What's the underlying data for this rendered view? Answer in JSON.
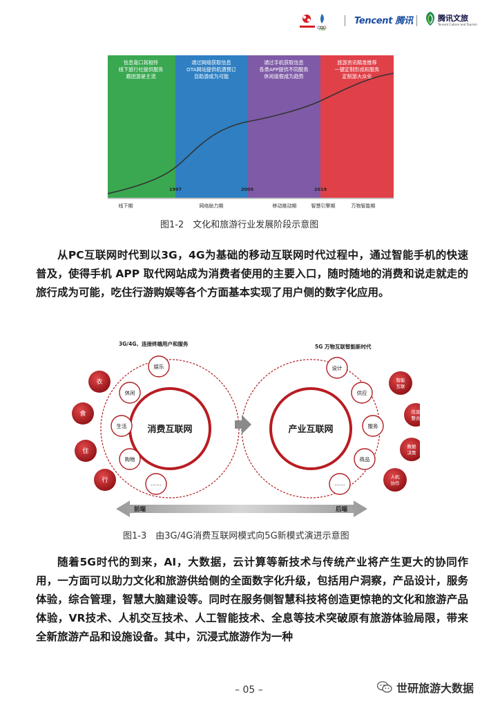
{
  "header": {
    "tencent_logo": "Tencent 腾讯",
    "wenlv_logo": "腾讯文旅",
    "wenlv_sub": "Tencent Culture and Tourism"
  },
  "figure1": {
    "caption": "图1-2　文化和旅游行业发展阶段示意图",
    "panels": [
      {
        "text": [
          "信息靠口耳相传",
          "线下旅行社提供服务",
          "跟团游是主流"
        ],
        "color": "#3aa851"
      },
      {
        "text": [
          "通过网络获取信息",
          "OTA网站提供机酒预订",
          "自助游成为可能"
        ],
        "color": "#2f7fc2"
      },
      {
        "text": [
          "通过手机获取信息",
          "各类APP提供不同服务",
          "休闲度假成为趋势"
        ],
        "color": "#7f5aa6"
      },
      {
        "text": [
          "旅游资讯精准推荐",
          "一键定制形成和服务",
          "定制游大众化"
        ],
        "color": "#e04048"
      }
    ],
    "years": [
      "1997",
      "2009",
      "2019"
    ],
    "stages": [
      "线下期",
      "网络助力期",
      "移动推动期",
      "智慧引擎期",
      "万物智能期"
    ]
  },
  "paragraph1": "从PC互联网时代到以3G，4G为基础的移动互联网时代过程中，通过智能手机的快速普及，使得手机 APP 取代网站成为消费者使用的主要入口，随时随地的消费和说走就走的旅行成为可能，吃住行游购娱等各个方面基本实现了用户侧的数字化应用。",
  "figure2": {
    "caption": "图1-3　由3G/4G消费互联网模式向5G新模式演进示意图",
    "left_title": "3G/4G、连接终端用户和服务",
    "right_title": "5G 万物互联智能新时代",
    "left_center": "消费互联网",
    "right_center": "产业互联网",
    "left_nodes": [
      "娱乐",
      "休闲",
      "生活",
      "购物",
      "……"
    ],
    "right_nodes": [
      "设计",
      "供应",
      "服务",
      "商品",
      "……"
    ],
    "left_red": [
      "衣",
      "食",
      "住",
      "行"
    ],
    "right_red": [
      [
        "智能",
        "互联"
      ],
      [
        "信息",
        "整合"
      ],
      [
        "数据",
        "决策"
      ],
      [
        "人机",
        "协作"
      ]
    ],
    "arrow_left": "前端",
    "arrow_right": "后端"
  },
  "paragraph2": "随着5G时代的到来，AI，大数据，云计算等新技术与传统产业将产生更大的协同作用，一方面可以助力文化和旅游供给侧的全面数字化升级，包括用户洞察，产品设计，服务体验，综合管理，智慧大脑建设等。同时在服务侧智慧科技将创造更惊艳的文化和旅游产品体验，VR技术、人机交互技术、人工智能技术、全息等技术突破原有旅游体验局限，带来全新旅游产品和设施设备。其中，沉浸式旅游作为一种",
  "footer": {
    "page": "– 05 –",
    "brand": "世研旅游大数据"
  }
}
